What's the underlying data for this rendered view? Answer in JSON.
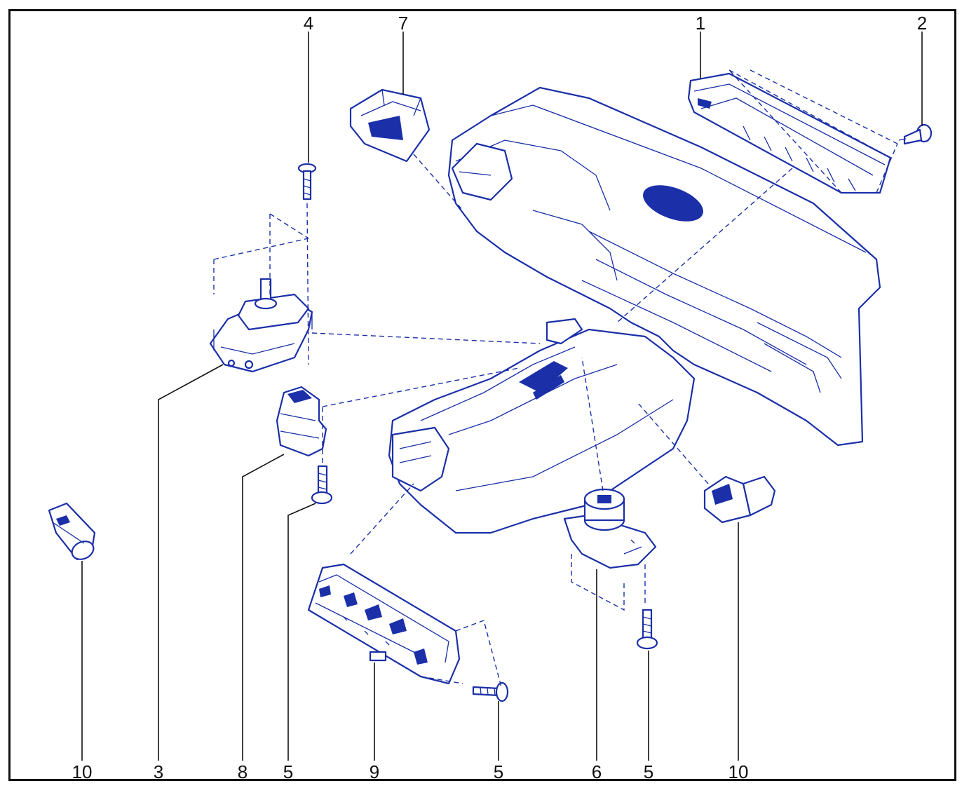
{
  "callouts": {
    "c1": "1",
    "c2": "2",
    "c3": "3",
    "c4": "4",
    "c5a": "5",
    "c5b": "5",
    "c5c": "5",
    "c6": "6",
    "c7": "7",
    "c8": "8",
    "c9": "9",
    "c10a": "10",
    "c10b": "10"
  },
  "colors": {
    "line_art": "#1a2fa8",
    "frame": "#111111",
    "background": "#ffffff"
  }
}
